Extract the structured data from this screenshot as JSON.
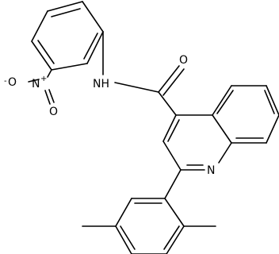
{
  "molecule": {
    "atoms": {
      "oxygen_carbonyl": "O",
      "nh": "NH",
      "n_quinoline": "N",
      "nitro_o_minus": "O",
      "nitro_o_minus_charge": "-",
      "nitro_n": "N",
      "nitro_n_charge": "+",
      "nitro_o": "O"
    }
  }
}
